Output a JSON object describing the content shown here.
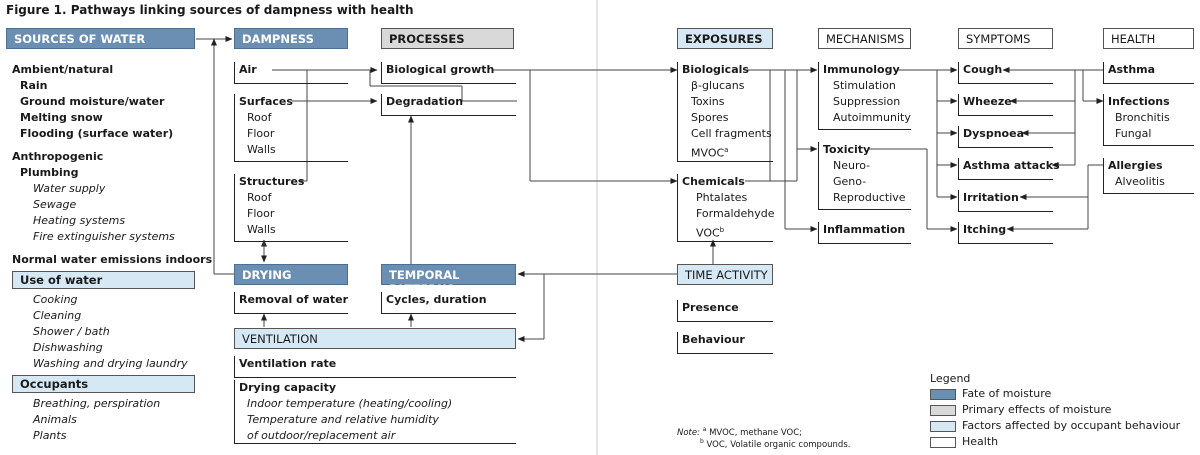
{
  "title": "Figure 1. Pathways linking sources of dampness with health",
  "headers": {
    "sources": "SOURCES OF WATER",
    "dampness": "DAMPNESS",
    "processes": "PROCESSES",
    "exposures": "EXPOSURES",
    "mechanisms": "MECHANISMS",
    "symptoms": "SYMPTOMS",
    "health": "HEALTH",
    "drying": "DRYING",
    "temporal": "TEMPORAL PATTERNS",
    "time_activity": "TIME ACTIVITY",
    "ventilation": "VENTILATION"
  },
  "sources": {
    "ambient": "Ambient/natural",
    "ambient_items": [
      "Rain",
      "Ground moisture/water",
      "Melting snow",
      "Flooding (surface water)"
    ],
    "anthropogenic": "Anthropogenic",
    "plumbing": "Plumbing",
    "plumbing_items": [
      "Water supply",
      "Sewage",
      "Heating systems",
      "Fire extinguisher systems"
    ],
    "normal": "Normal water emissions indoors",
    "use_of_water": "Use of water",
    "use_items": [
      "Cooking",
      "Cleaning",
      "Shower / bath",
      "Dishwashing",
      "Washing and drying laundry"
    ],
    "occupants": "Occupants",
    "occupant_items": [
      "Breathing, perspiration",
      "Animals",
      "Plants"
    ]
  },
  "dampness": {
    "air": "Air",
    "surfaces": "Surfaces",
    "surface_items": [
      "Roof",
      "Floor",
      "Walls"
    ],
    "structures": "Structures",
    "structure_items": [
      "Roof",
      "Floor",
      "Walls"
    ]
  },
  "processes": {
    "bio": "Biological growth",
    "degradation": "Degradation"
  },
  "drying": {
    "removal": "Removal of water"
  },
  "temporal": {
    "cycles": "Cycles, duration"
  },
  "ventilation": {
    "rate": "Ventilation rate",
    "capacity": "Drying capacity",
    "capacity_items": [
      "Indoor temperature (heating/cooling)",
      "Temperature and relative humidity",
      "of outdoor/replacement air"
    ]
  },
  "exposures": {
    "biologicals": "Biologicals",
    "bio_items": [
      "β-glucans",
      "Toxins",
      "Spores",
      "Cell fragments",
      "MVOC"
    ],
    "bio_sup": "a",
    "chemicals": "Chemicals",
    "chem_items": [
      "Phtalates",
      "Formaldehyde",
      "VOC"
    ],
    "chem_sup": "b"
  },
  "time_activity": {
    "presence": "Presence",
    "behaviour": "Behaviour"
  },
  "mechanisms": {
    "immunology": "Immunology",
    "imm_items": [
      "Stimulation",
      "Suppression",
      "Autoimmunity"
    ],
    "toxicity": "Toxicity",
    "tox_items": [
      "Neuro-",
      "Geno-",
      "Reproductive"
    ],
    "inflammation": "Inflammation"
  },
  "symptoms": [
    "Cough",
    "Wheeze",
    "Dyspnoea",
    "Asthma attacks",
    "Irritation",
    "Itching"
  ],
  "health": {
    "asthma": "Asthma",
    "infections": "Infections",
    "inf_items": [
      "Bronchitis",
      "Fungal"
    ],
    "allergies": "Allergies",
    "all_items": [
      "Alveolitis"
    ]
  },
  "note": {
    "label": "Note:",
    "line1_sup": "a",
    "line1": " MVOC, methane VOC;",
    "line2_sup": "b",
    "line2": " VOC, Volatile organic compounds."
  },
  "legend": {
    "title": "Legend",
    "items": [
      "Fate of moisture",
      "Primary effects of moisture",
      "Factors affected by occupant behaviour",
      "Health"
    ],
    "colors": {
      "dark": "#6b8eb3",
      "grey": "#d9d9d9",
      "light": "#d7e8f5",
      "white": "#ffffff"
    }
  }
}
